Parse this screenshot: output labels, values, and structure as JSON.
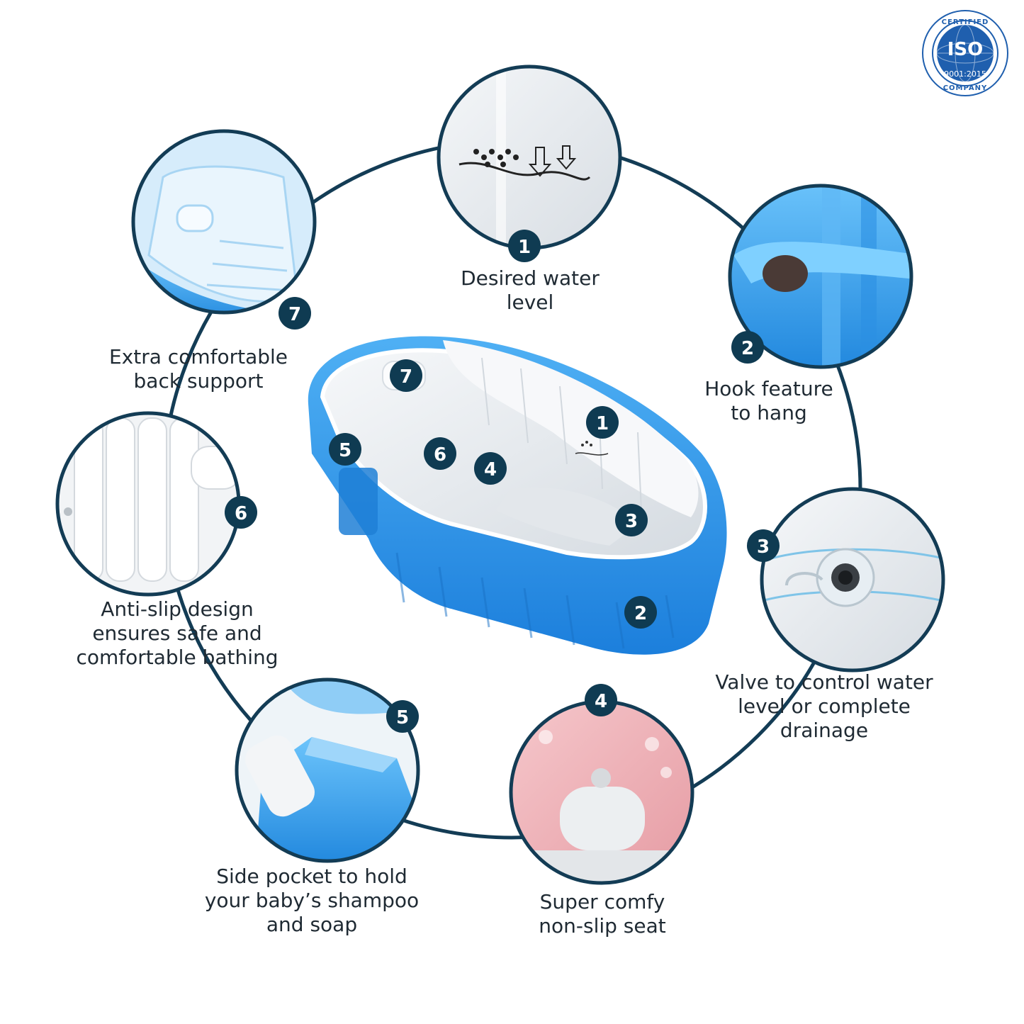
{
  "colors": {
    "navy": "#0f3b52",
    "ring": "#133c55",
    "tub_blue": "#2f96e6",
    "tub_inner": "#eef1f4",
    "iso_blue": "#1f5fae"
  },
  "iso_badge": {
    "top_text": "CERTIFIED",
    "main_text": "ISO",
    "standard": "9001:2015",
    "bottom_text": "COMPANY"
  },
  "features": [
    {
      "number": "1",
      "lines": [
        "Desired water",
        "level"
      ]
    },
    {
      "number": "2",
      "lines": [
        "Hook feature",
        "to hang"
      ]
    },
    {
      "number": "3",
      "lines": [
        "Valve to control water",
        "level or complete",
        "drainage"
      ]
    },
    {
      "number": "4",
      "lines": [
        "Super comfy",
        "non-slip seat"
      ]
    },
    {
      "number": "5",
      "lines": [
        "Side pocket to hold",
        "your baby’s shampoo",
        "and soap"
      ]
    },
    {
      "number": "6",
      "lines": [
        "Anti-slip design",
        "ensures safe and",
        "comfortable bathing"
      ]
    },
    {
      "number": "7",
      "lines": [
        "Extra comfortable",
        "back support"
      ]
    }
  ],
  "tub_markers": [
    "7",
    "1",
    "5",
    "6",
    "4",
    "3",
    "2"
  ]
}
